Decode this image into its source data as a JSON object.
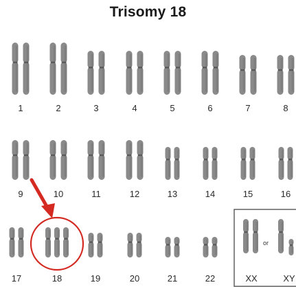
{
  "title": "Trisomy 18",
  "colors": {
    "chromosome": "#8a8a8a",
    "chromosome_dark": "#6a6a6a",
    "band": "#5a5a5a",
    "highlight": "#d42a22",
    "box_border": "#555555"
  },
  "chromosomes": [
    {
      "label": "1",
      "count": 2,
      "size": "xl"
    },
    {
      "label": "2",
      "count": 2,
      "size": "xl"
    },
    {
      "label": "3",
      "count": 2,
      "size": "l"
    },
    {
      "label": "4",
      "count": 2,
      "size": "l"
    },
    {
      "label": "5",
      "count": 2,
      "size": "l"
    },
    {
      "label": "6",
      "count": 2,
      "size": "l"
    },
    {
      "label": "7",
      "count": 2,
      "size": "m"
    },
    {
      "label": "8",
      "count": 2,
      "size": "m"
    },
    {
      "label": "9",
      "count": 2,
      "size": "m"
    },
    {
      "label": "10",
      "count": 2,
      "size": "m"
    },
    {
      "label": "11",
      "count": 2,
      "size": "m"
    },
    {
      "label": "12",
      "count": 2,
      "size": "m"
    },
    {
      "label": "13",
      "count": 2,
      "size": "s"
    },
    {
      "label": "14",
      "count": 2,
      "size": "s"
    },
    {
      "label": "15",
      "count": 2,
      "size": "s"
    },
    {
      "label": "16",
      "count": 2,
      "size": "s"
    },
    {
      "label": "17",
      "count": 2,
      "size": "xs"
    },
    {
      "label": "18",
      "count": 3,
      "size": "xs",
      "highlighted": true
    },
    {
      "label": "19",
      "count": 2,
      "size": "xxs"
    },
    {
      "label": "20",
      "count": 2,
      "size": "xxs"
    },
    {
      "label": "21",
      "count": 2,
      "size": "xxxs"
    },
    {
      "label": "22",
      "count": 2,
      "size": "xxxs"
    }
  ],
  "sex_chromosomes": {
    "xx_label": "XX",
    "xy_label": "XY",
    "or_text": "or"
  }
}
